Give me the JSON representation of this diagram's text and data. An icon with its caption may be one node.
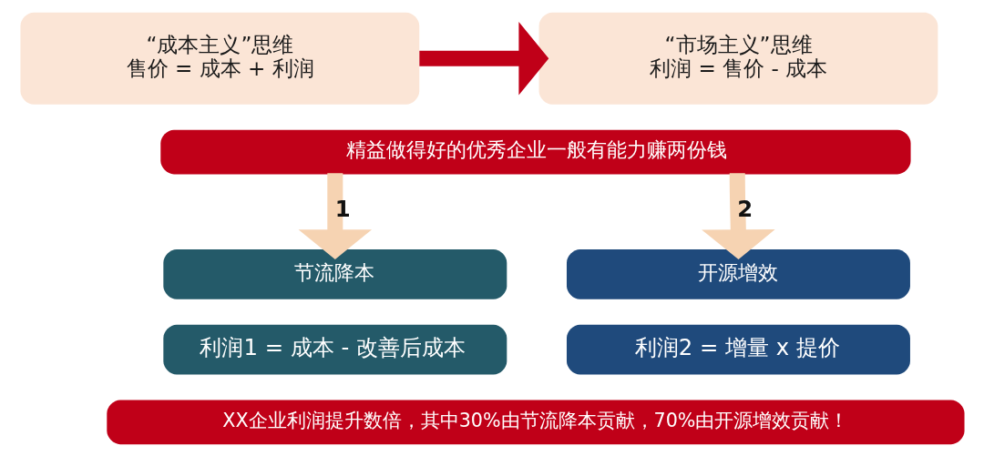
{
  "diagram": {
    "nodes": [
      {
        "text": [
          "“成本主义”思维",
          "售价 = 成本 + 利润"
        ]
      },
      {
        "text": [
          "“市场主义”思维",
          "利润 = 售价 - 成本"
        ]
      },
      {
        "text": [
          "精益做得好的优秀企业一般有能力赚两份钱"
        ]
      },
      {
        "text": [
          "节流降本"
        ]
      },
      {
        "text": [
          "利润1 = 成本 - 改善后成本"
        ]
      },
      {
        "text": [
          "开源增效"
        ]
      },
      {
        "text": [
          "利润2 = 增量 x 提价"
        ]
      },
      {
        "text": [
          "XX企业利润提升数倍，其中30%由节流降本贡献，70%由开源增效贡献！"
        ]
      }
    ],
    "edges": [
      {
        "from": 0,
        "to": 1,
        "arrow": "to",
        "color": "#c00018"
      },
      {
        "from": 2,
        "to": 3,
        "arrow": "to",
        "label": "1"
      },
      {
        "from": 2,
        "to": 5,
        "arrow": "to",
        "label": "2"
      }
    ]
  }
}
